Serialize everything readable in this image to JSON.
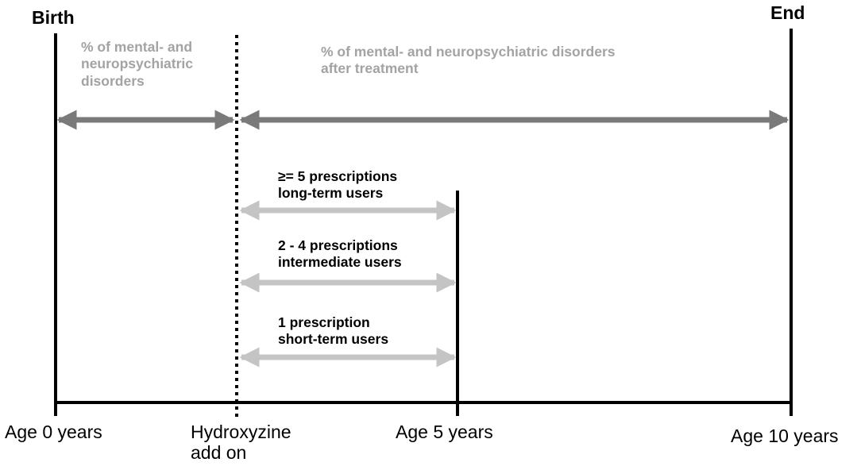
{
  "labels": {
    "birth": "Birth",
    "end": "End",
    "pre_treatment": [
      "% of mental- and",
      "neuropsychiatric",
      "disorders"
    ],
    "post_treatment": [
      "% of mental- and neuropsychiatric disorders",
      "after treatment"
    ],
    "long_term": [
      "≥= 5 prescriptions",
      "long-term users"
    ],
    "intermediate": [
      "2 - 4 prescriptions",
      "intermediate users"
    ],
    "short_term": [
      "1 prescription",
      "short-term users"
    ]
  },
  "axis": {
    "age0": "Age 0 years",
    "hydroxyzine": [
      "Hydroxyzine",
      "add on"
    ],
    "age5": "Age 5 years",
    "age10": "Age 10 years"
  },
  "colors": {
    "dark_arrow": "#7a7a7a",
    "light_arrow": "#c4c4c4",
    "line": "#000000",
    "grey_text": "#a3a3a3"
  }
}
